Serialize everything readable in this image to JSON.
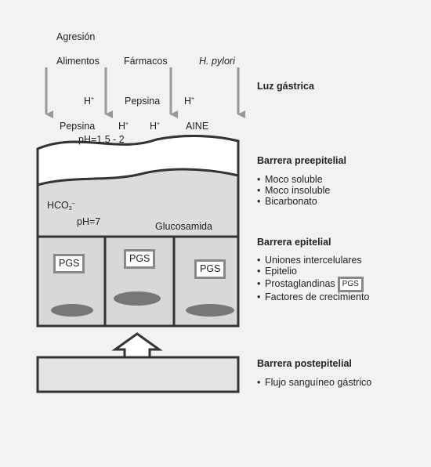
{
  "aggressors": {
    "agresion": "Agresión",
    "alimentos": "Alimentos",
    "farmacos": "Fármacos",
    "hpylori": "H. pylori"
  },
  "lumen_labels": {
    "h1": "H",
    "h1_sup": "+",
    "pepsina1": "Pepsina",
    "h2": "H",
    "h2_sup": "+",
    "pepsina2": "Pepsina",
    "h3": "H",
    "h3_sup": "+",
    "h4": "H",
    "h4_sup": "+",
    "aine": "AINE",
    "ph_acid": "pH=1,5 - 2"
  },
  "mucus_labels": {
    "hco3": "HCO",
    "hco3_sub": "3",
    "hco3_sup": "–",
    "ph_neutral": "pH=7",
    "glucosamida": "Glucosamida"
  },
  "cells": {
    "pgs1": "PGS",
    "pgs2": "PGS",
    "pgs3": "PGS"
  },
  "right_panel": {
    "luz_title": "Luz gástrica",
    "pre_title": "Barrera preepitelial",
    "pre_items": [
      "Moco soluble",
      "Moco insoluble",
      "Bicarbonato"
    ],
    "epi_title": "Barrera epitelial",
    "epi_items": [
      "Uniones intercelulares",
      "Epitelio",
      "Prostaglandinas",
      "Factores de crecimiento"
    ],
    "epi_pgs_badge": "PGS",
    "post_title": "Barrera postepitelial",
    "post_items": [
      "Flujo sanguíneo gástrico"
    ],
    "bullet": "•"
  },
  "colors": {
    "background": "#f2f2f2",
    "arrow": "#999999",
    "outline": "#333333",
    "mucus_fill": "#dcdcdc",
    "cell_fill": "#d8d8d8",
    "nucleus": "#777777",
    "pgs_border": "#888888",
    "blood_fill": "#e4e4e4"
  }
}
